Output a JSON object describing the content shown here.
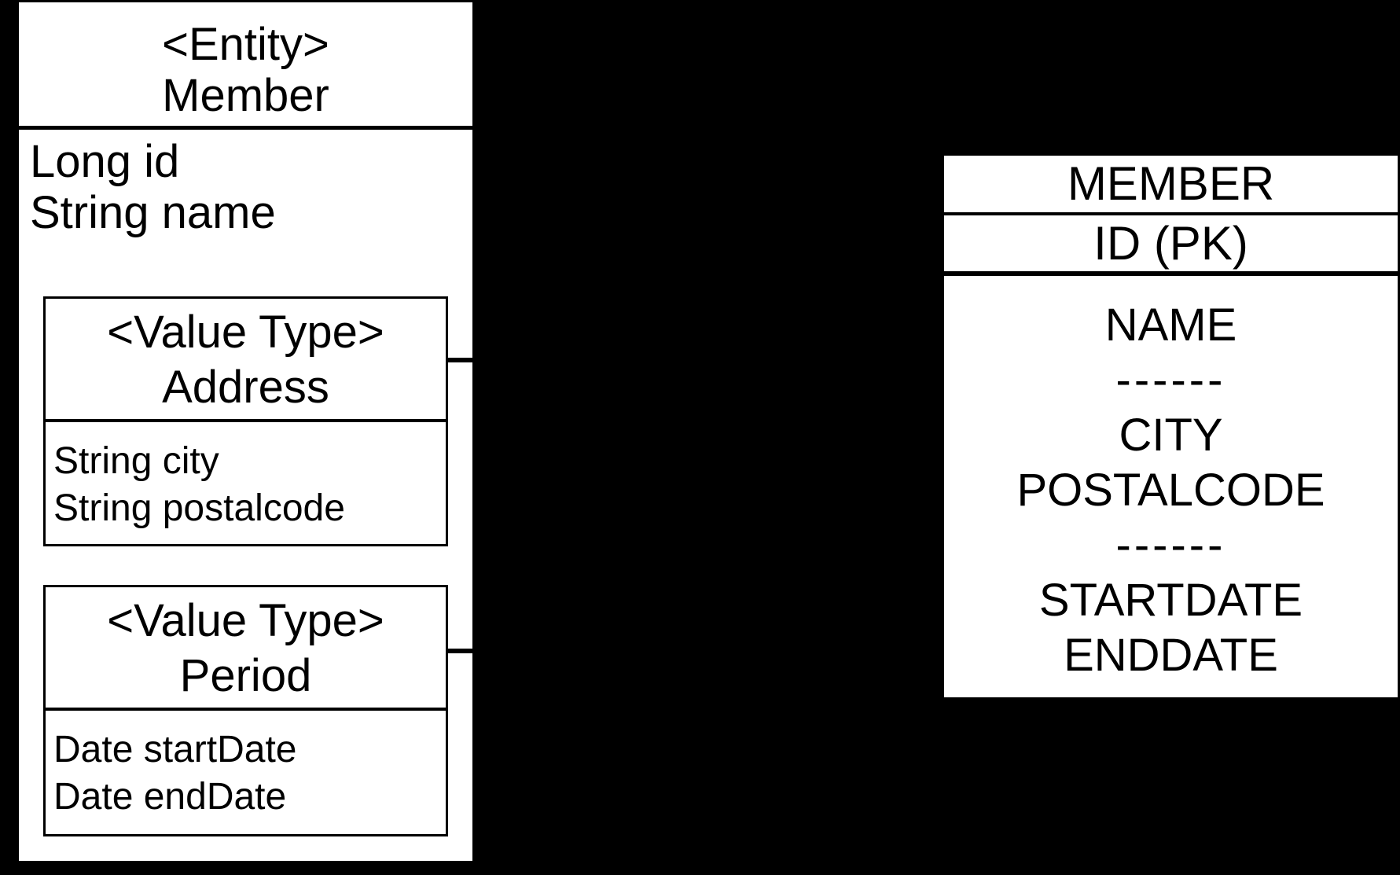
{
  "colors": {
    "background": "#000000",
    "box_fill": "#ffffff",
    "line": "#000000"
  },
  "entity_box": {
    "stereotype": "<Entity>",
    "name": "Member",
    "fields": [
      "Long id",
      "String name"
    ],
    "value_types": [
      {
        "stereotype": "<Value Type>",
        "name": "Address",
        "fields": [
          "String city",
          "String postalcode"
        ]
      },
      {
        "stereotype": "<Value Type>",
        "name": "Period",
        "fields": [
          "Date startDate",
          "Date endDate"
        ]
      }
    ]
  },
  "table_box": {
    "title": "MEMBER",
    "pk_row": "ID (PK)",
    "columns": [
      "NAME",
      "------",
      "CITY",
      "POSTALCODE",
      "------",
      "STARTDATE",
      "ENDDATE"
    ]
  }
}
